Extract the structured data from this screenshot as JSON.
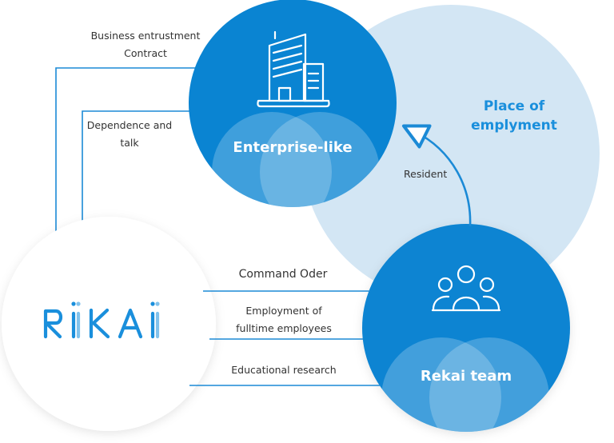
{
  "colors": {
    "primary_blue": "#0a84d2",
    "light_blue": "#d3e6f4",
    "line_blue": "#1b8ad6",
    "text_dark": "#333333",
    "accent_text": "#1a8fdc"
  },
  "nodes": {
    "enterprise": {
      "title": "Enterprise-like",
      "icon": "building-icon"
    },
    "rekai_team": {
      "title": "Rekai team",
      "icon": "people-icon"
    },
    "place": {
      "line1": "Place of",
      "line2": "emplyment"
    },
    "rikai": {
      "logo_text": "RIKAI",
      "icon": "rikai-logo"
    }
  },
  "relations": {
    "business_line1": "Business entrustment",
    "business_line2": "Contract",
    "dependence_line1": "Dependence and",
    "dependence_line2": "talk",
    "resident": "Resident",
    "command": "Command Oder",
    "employment_line1": "Employment of",
    "employment_line2": "fulltime employees",
    "educational": "Educational research"
  }
}
